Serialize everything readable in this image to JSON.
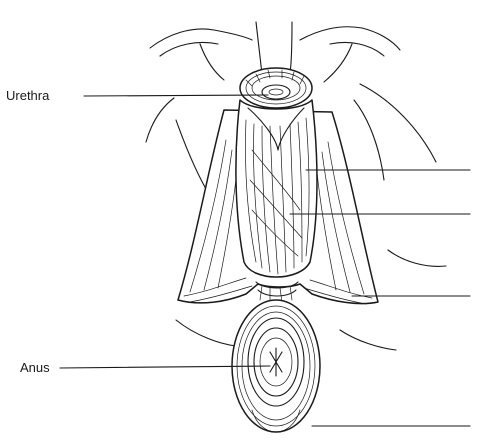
{
  "figure": {
    "labels": {
      "urethra": "Urethra",
      "anus": "Anus"
    },
    "unlabeled_leader_lines": 4
  }
}
